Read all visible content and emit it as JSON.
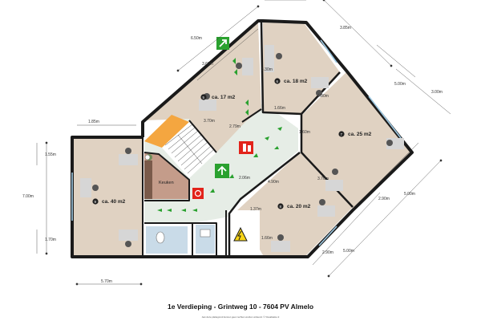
{
  "colors": {
    "wall": "#1a1a1a",
    "office_floor": "#e0d2c2",
    "corridor_floor": "#e6ede6",
    "stair_floor": "#f4a640",
    "kitchen_floor": "#c49c8a",
    "bath_floor": "#c9dbe8",
    "exit_green": "#2aa12f",
    "fire_red": "#e2231a",
    "desk": "#d6d6d6"
  },
  "rooms": {
    "r5": "ca. 17 m2",
    "r6": "ca. 18 m2",
    "r7": "ca. 25 m2",
    "r8": "ca. 20 m2",
    "r9": "ca. 40 m2",
    "kitchen": "Keuken"
  },
  "room_numbers": {
    "r5": "5",
    "r6": "6",
    "r7": "7",
    "r8": "8",
    "r9": "9"
  },
  "dimensions": {
    "top_650": "6.50m",
    "top_360": "3.60m",
    "top_385": "3.85m",
    "right_500": "5.00m",
    "right_300": "3.00m",
    "left_185": "1.85m",
    "left_700": "7.00m",
    "left_155": "1.55m",
    "left_170": "1.70m",
    "bottom_570": "5.70m",
    "r5_370": "3.70m",
    "r5_279": "2.79m",
    "r6_330": "3.30m",
    "r6_166": "1.66m",
    "r6_490": "4.90m",
    "r7_160": "1.60m",
    "r7_370": "3.70m",
    "r7_290": "2.90m",
    "r7_500": "5.00m",
    "mid_206": "2.06m",
    "r8_490": "4.90m",
    "r8_137": "1.37m",
    "r8_166": "1.66m",
    "r8_290": "2.90m",
    "r8_500": "5.00m"
  },
  "title": "1e Verdieping - Grintweg 10 - 7604 PV Almelo",
  "disclaimer": "Aan deze plattegrond kunnen geen rechten worden ontleend. © Visualisatie.nl"
}
